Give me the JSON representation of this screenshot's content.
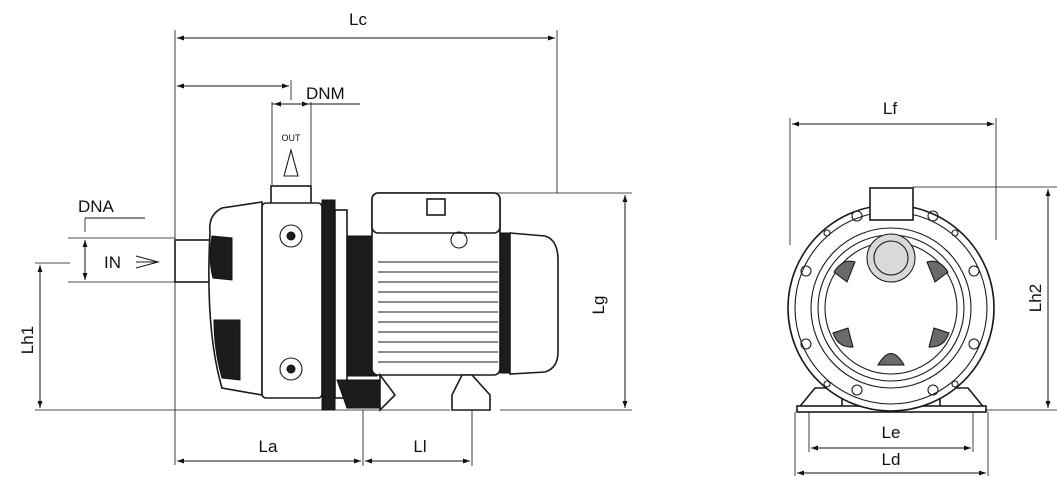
{
  "side_view": {
    "labels": {
      "overall_length": "Lc",
      "outlet_diameter": "DNM",
      "inlet_diameter": "DNA",
      "inlet": "IN",
      "outlet": "OUT",
      "inlet_height": "Lh1",
      "overall_height": "Lg",
      "pump_length": "La",
      "foot_length": "Ll"
    }
  },
  "front_view": {
    "labels": {
      "overall_width": "Lf",
      "outlet_height": "Lh2",
      "foot_inner_span": "Le",
      "foot_outer_span": "Ld"
    }
  },
  "colors": {
    "line": "#111111",
    "dark_fill": "#1c1c1c",
    "light_fill": "#d9d9d9"
  }
}
